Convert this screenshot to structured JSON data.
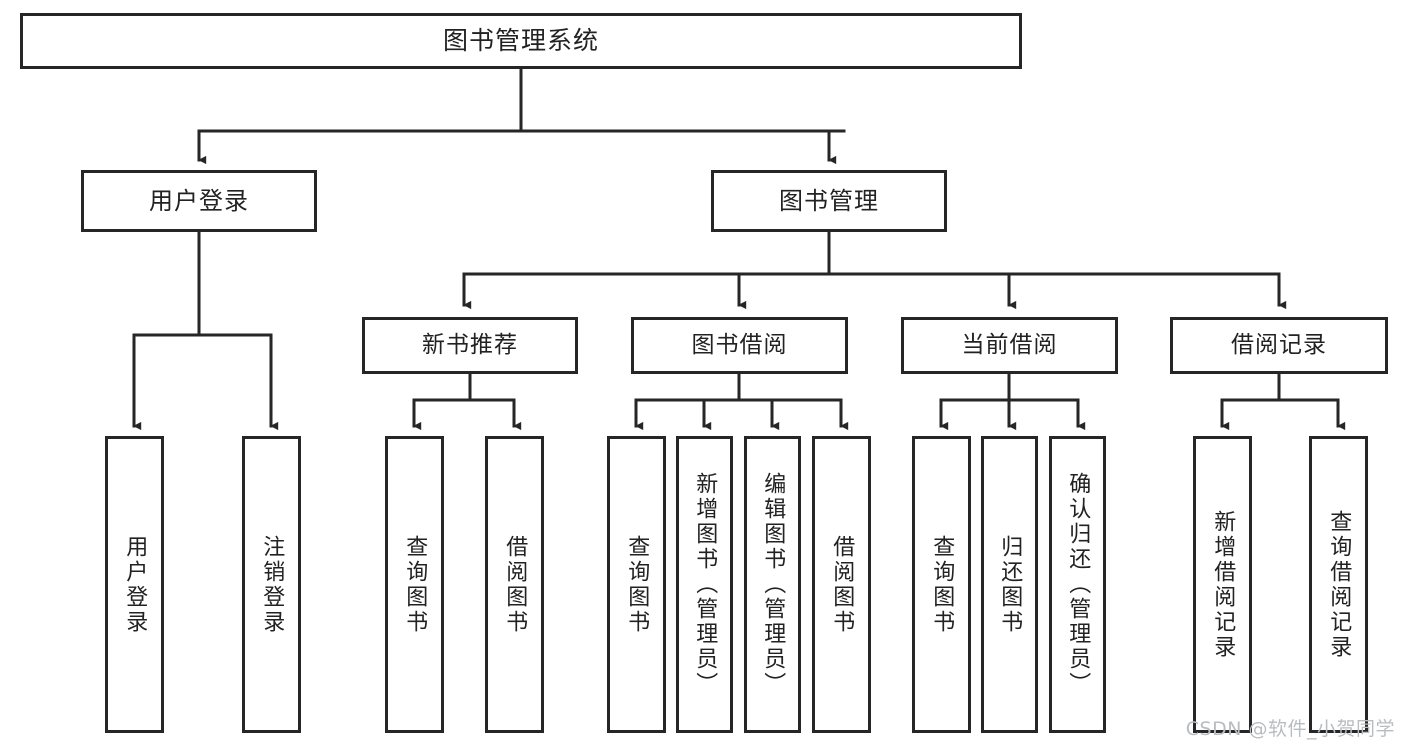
{
  "diagram": {
    "type": "hierarchy-tree",
    "title": "图书管理系统",
    "levels": 4,
    "colors": {
      "box_border": "#262626",
      "box_fill": "#ffffff",
      "connector": "#262626",
      "text": "#222222",
      "watermark": "#b9bcc0",
      "background": "#ffffff"
    },
    "root": {
      "label": "图书管理系统"
    },
    "level1": [
      {
        "label": "用户登录"
      },
      {
        "label": "图书管理"
      }
    ],
    "level2": [
      {
        "label": "新书推荐"
      },
      {
        "label": "图书借阅"
      },
      {
        "label": "当前借阅"
      },
      {
        "label": "借阅记录"
      }
    ],
    "leaves": {
      "user_login": [
        {
          "label": "用户登录"
        },
        {
          "label": "注销登录"
        }
      ],
      "new_book_recommend": [
        {
          "label": "查询图书"
        },
        {
          "label": "借阅图书"
        }
      ],
      "book_borrow": [
        {
          "label": "查询图书"
        },
        {
          "label": "新增图书（管理员）"
        },
        {
          "label": "编辑图书（管理员）"
        },
        {
          "label": "借阅图书"
        }
      ],
      "current_borrow": [
        {
          "label": "查询图书"
        },
        {
          "label": "归还图书"
        },
        {
          "label": "确认归还（管理员）"
        }
      ],
      "borrow_record": [
        {
          "label": "新增借阅记录"
        },
        {
          "label": "查询借阅记录"
        }
      ]
    }
  },
  "watermark": {
    "text": "CSDN @软件_小贺同学"
  }
}
